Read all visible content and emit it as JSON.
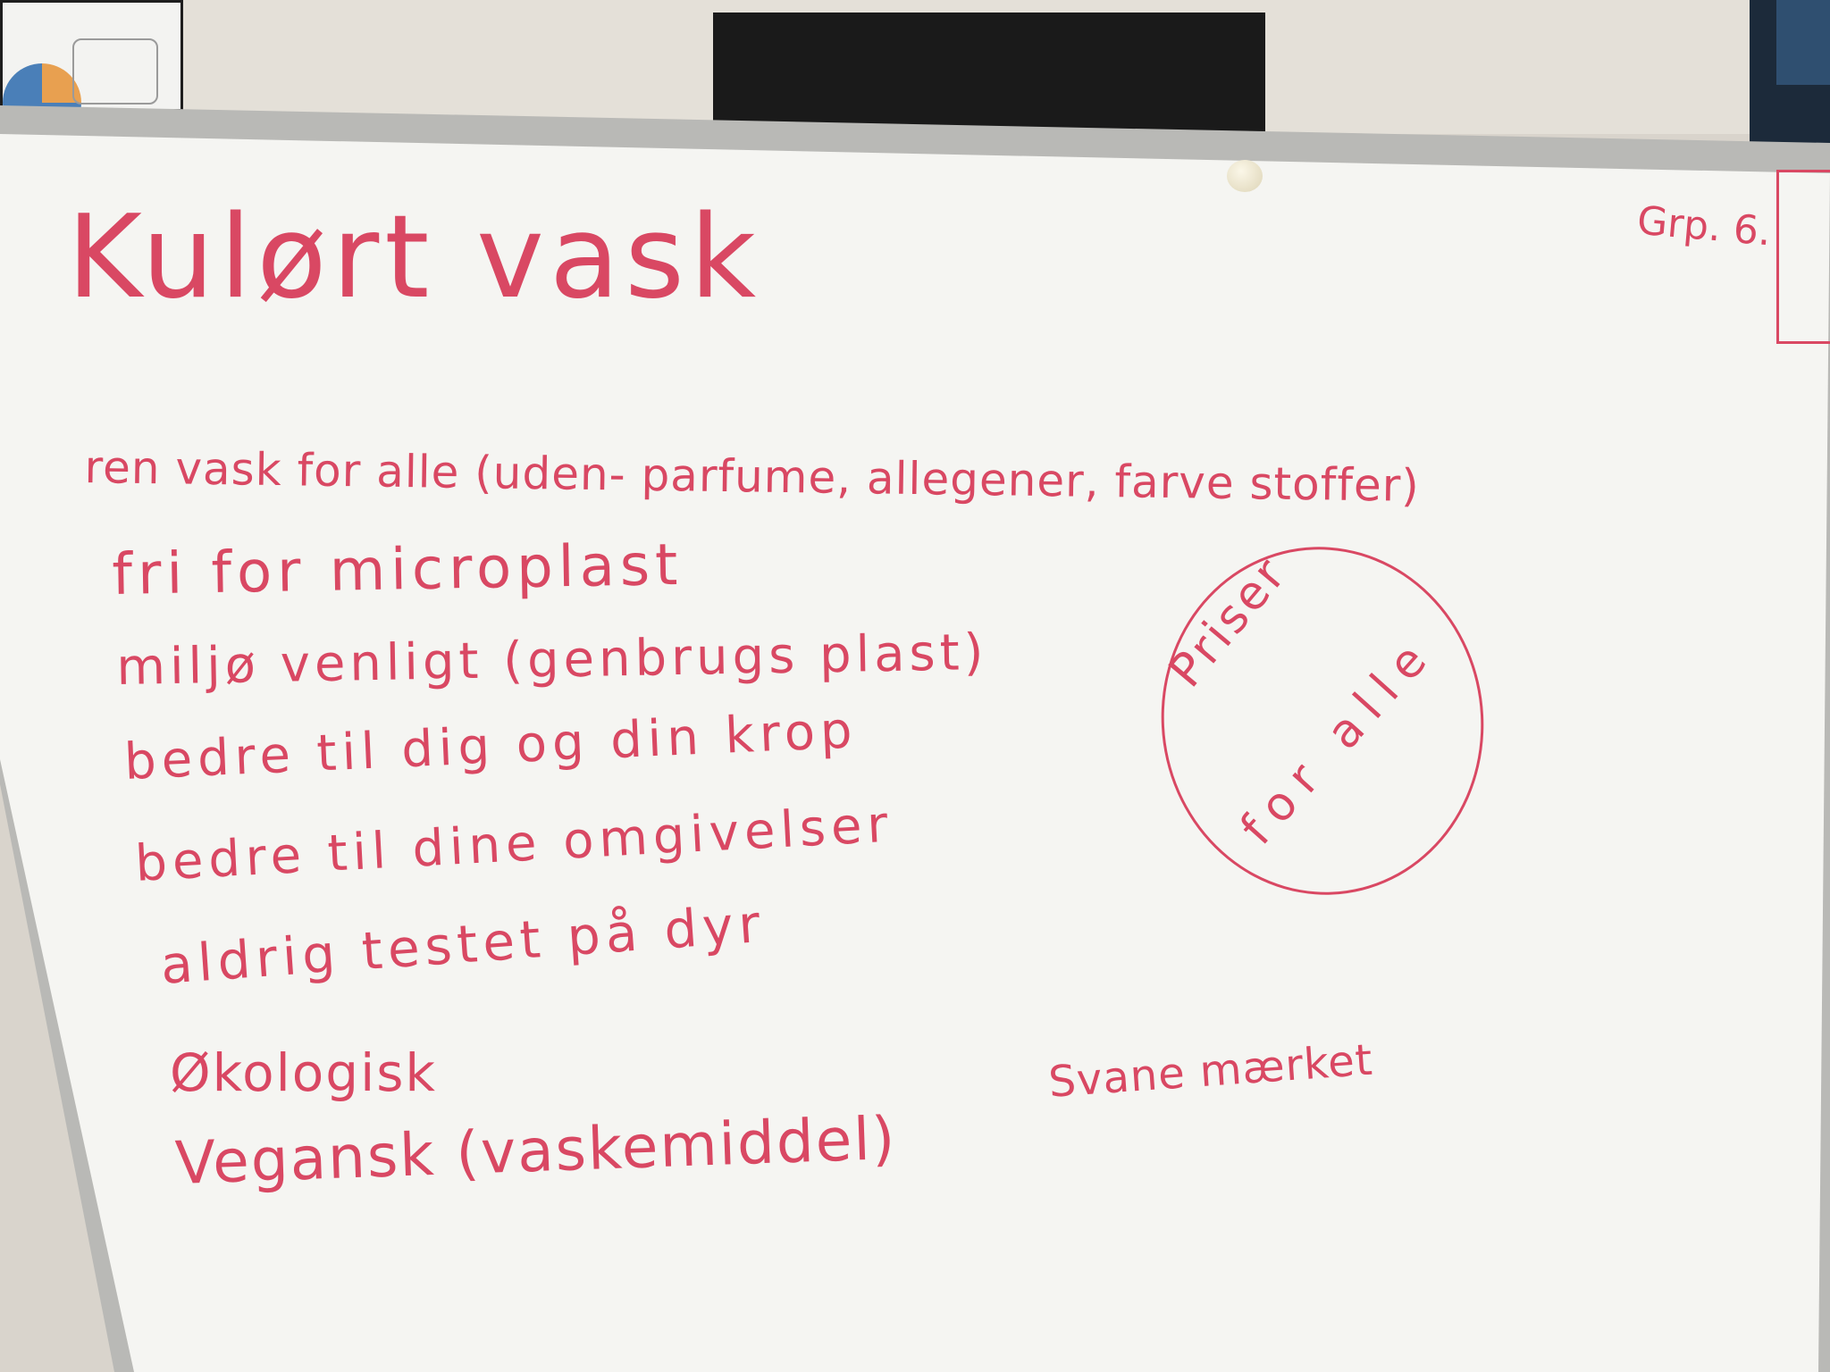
{
  "whiteboard": {
    "title": "Kulørt vask",
    "group": "Grp. 6.",
    "lines": [
      "ren vask for alle (uden- parfume, allegener, farve stoffer)",
      "fri for microplast",
      "miljø venligt (genbrugs plast)",
      "bedre til dig og din krop",
      "bedre til dine omgivelser",
      "aldrig testet på dyr",
      "Økologisk",
      "Vegansk (vaskemiddel)"
    ],
    "circled_line1": "Priser",
    "circled_line2": "for alle",
    "side_note": "Svane mærket",
    "ink_color": "#d94863"
  }
}
